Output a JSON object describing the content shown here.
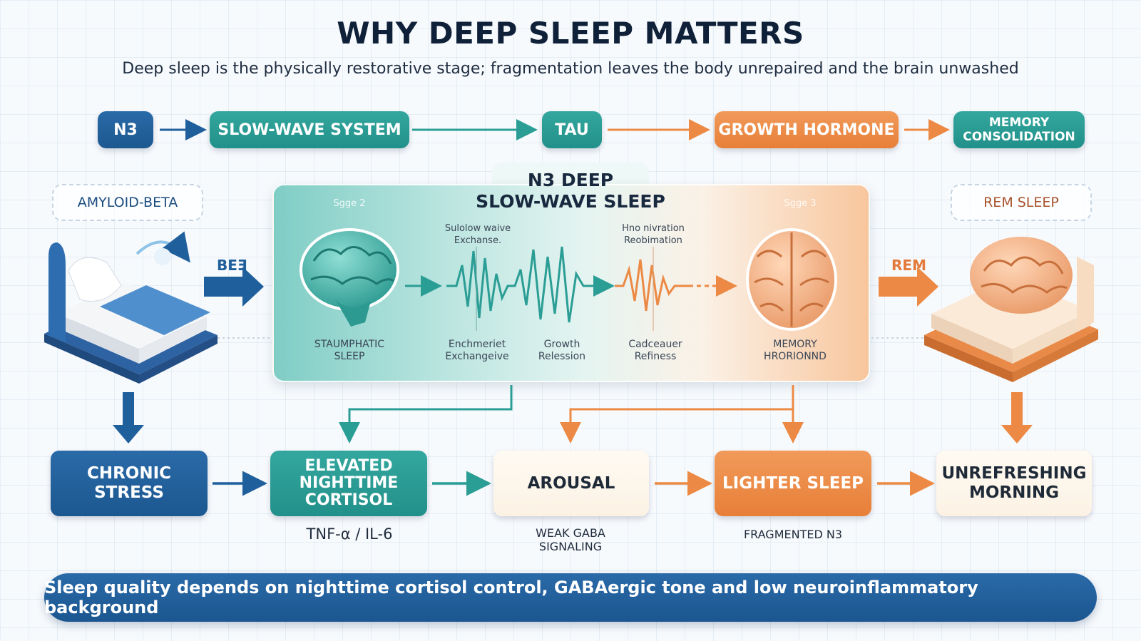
{
  "header": {
    "title": "WHY DEEP SLEEP MATTERS",
    "subtitle": "Deep sleep is the physically restorative stage; fragmentation leaves the body unrepaired and the brain unwashed"
  },
  "top_flow": [
    "N3",
    "SLOW-WAVE SYSTEM",
    "TAU",
    "GROWTH HORMONE",
    "MEMORY CONSOLIDATION"
  ],
  "side_labels": {
    "left": "AMYLOID-BETA",
    "right": "REM SLEEP"
  },
  "arrow_labels": {
    "left": "BEƎ",
    "right": "REM"
  },
  "panel": {
    "title_line1": "N3 DEEP",
    "title_line2": "SLOW-WAVE SLEEP",
    "stage_left": "Sgge 2",
    "stage_right": "Sgge 3",
    "wave_label_left": "Sulolow waive Exchanse.",
    "wave_label_right": "Hno nivration Reobimation",
    "brain_left_caption": "STAUMPHATIC SLEEP",
    "caption_2": "Enchmeriet Exchangeive",
    "caption_3": "Growth Relession",
    "caption_4": "Cadceauer Refiness",
    "brain_right_caption": "MEMORY HRORIONND"
  },
  "bottom_flow": [
    {
      "label": "CHRONIC STRESS",
      "caption": ""
    },
    {
      "label": "ELEVATED NIGHTTIME CORTISOL",
      "caption": "TNF-α / IL-6"
    },
    {
      "label": "AROUSAL",
      "caption": "WEAK GABA SIGNALING"
    },
    {
      "label": "LIGHTER SLEEP",
      "caption": "FRAGMENTED N3"
    },
    {
      "label": "UNREFRESHING MORNING",
      "caption": ""
    }
  ],
  "banner": "Sleep quality depends on nighttime cortisol control, GABAergic tone and low neuroinflammatory background",
  "colors": {
    "navy": "#1f5f9c",
    "teal": "#2a9d95",
    "orange": "#ec8a45",
    "cream": "#fdf6ec"
  }
}
